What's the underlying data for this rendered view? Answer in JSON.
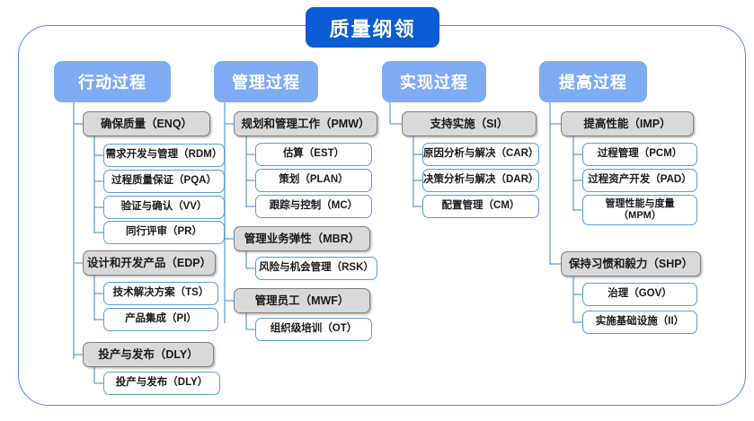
{
  "diagram": {
    "title": "质量纲领",
    "frame_border_color": "#4a90e8",
    "title_color": "#0b5bd3",
    "header_color": "#7fabf3",
    "category_color": "#d9d9d9",
    "leaf_border_color": "#5b9bd5"
  },
  "columns": [
    {
      "header": "行动过程",
      "groups": [
        {
          "label": "确保质量（ENQ）",
          "items": [
            "需求开发与管理（RDM）",
            "过程质量保证（PQA）",
            "验证与确认（VV）",
            "同行评审（PR）"
          ]
        },
        {
          "label": "设计和开发产品（EDP）",
          "items": [
            "技术解决方案（TS）",
            "产品集成（PI）"
          ]
        },
        {
          "label": "投产与发布（DLY）",
          "items": [
            "投产与发布（DLY）"
          ]
        }
      ]
    },
    {
      "header": "管理过程",
      "groups": [
        {
          "label": "规划和管理工作（PMW）",
          "items": [
            "估算（EST）",
            "策划（PLAN）",
            "跟踪与控制（MC）"
          ]
        },
        {
          "label": "管理业务弹性（MBR）",
          "items": [
            "风险与机会管理（RSK）"
          ]
        },
        {
          "label": "管理员工（MWF）",
          "items": [
            "组织级培训（OT）"
          ]
        }
      ]
    },
    {
      "header": "实现过程",
      "groups": [
        {
          "label": "支持实施（SI）",
          "items": [
            "原因分析与解决（CAR）",
            "决策分析与解决（DAR）",
            "配置管理（CM）"
          ]
        }
      ]
    },
    {
      "header": "提高过程",
      "groups": [
        {
          "label": "提高性能（IMP）",
          "items": [
            "过程管理（PCM）",
            "过程资产开发（PAD）",
            "管理性能与度量\n（MPM）"
          ]
        },
        {
          "label": "保持习惯和毅力（SHP）",
          "items": [
            "治理（GOV）",
            "实施基础设施（II）"
          ]
        }
      ]
    }
  ]
}
